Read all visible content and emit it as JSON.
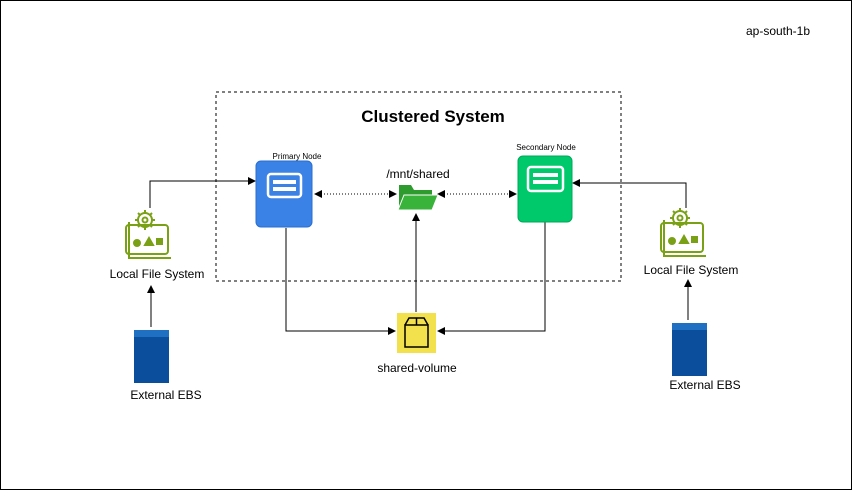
{
  "region": {
    "label": "ap-south-1b"
  },
  "cluster": {
    "title": "Clustered System"
  },
  "nodes": {
    "primary": {
      "label": "Primary  Node",
      "color": "#3b82e6"
    },
    "secondary": {
      "label": "Secondary  Node",
      "color": "#00c96b"
    }
  },
  "shared_folder": {
    "label": "/mnt/shared",
    "icon": "folder-icon",
    "color": "#2e9b2e"
  },
  "shared_volume": {
    "label": "shared-volume",
    "icon": "volume-box-icon",
    "color": "#f2e14c"
  },
  "left": {
    "fs_label": "Local File System",
    "ebs_label": "External EBS",
    "fs_icon": "file-system-gear-icon",
    "ebs_icon": "ebs-volume-icon"
  },
  "right": {
    "fs_label": "Local File System",
    "ebs_label": "External EBS",
    "fs_icon": "file-system-gear-icon",
    "ebs_icon": "ebs-volume-icon"
  },
  "colors": {
    "fs_green": "#7aa116",
    "ebs_blue": "#0b4f9c"
  }
}
